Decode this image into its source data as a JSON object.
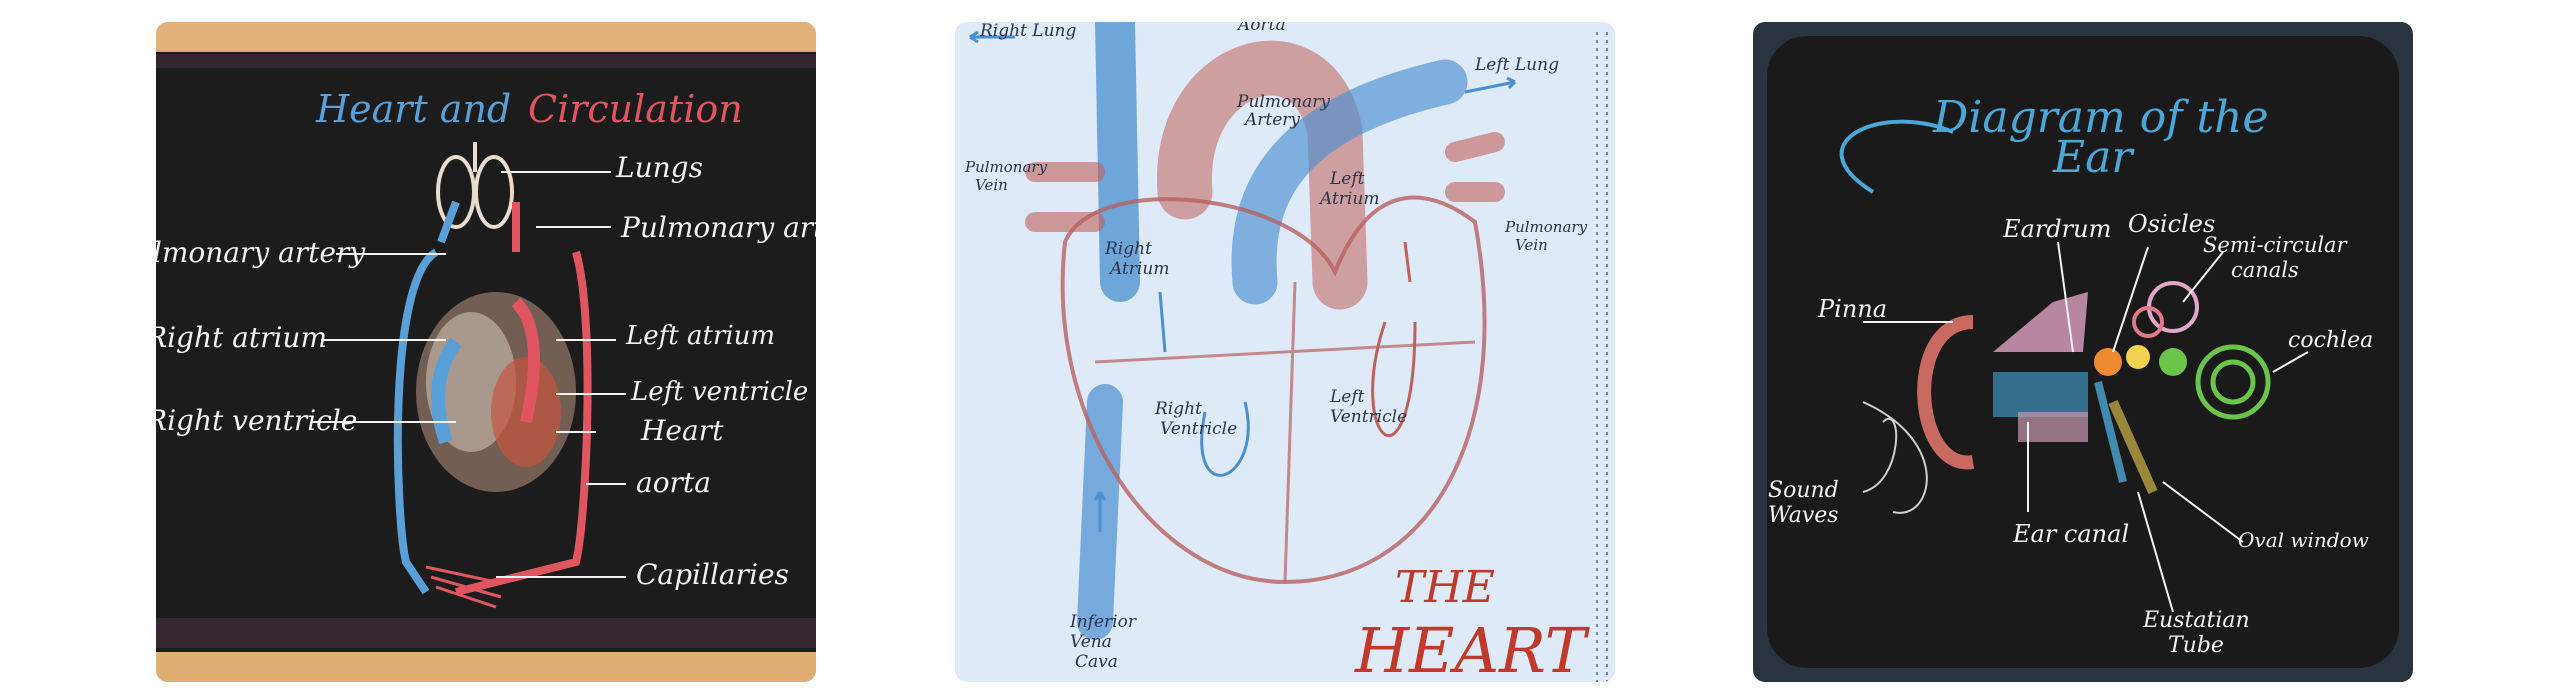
{
  "gallery": {
    "cards": [
      {
        "image_title_1": "Heart and",
        "image_title_2": "Circulation",
        "labels": {
          "lungs": "Lungs",
          "pulmonary_artery_left": "Pulmonary artery",
          "pulmonary_artery_right": "Pulmonary artery",
          "right_atrium": "Right atrium",
          "left_atrium": "Left atrium",
          "right_ventricle": "Right ventricle",
          "left_ventricle": "Left ventricle",
          "heart": "Heart",
          "aorta": "aorta",
          "capillaries": "Capillaries"
        }
      },
      {
        "image_title_1": "THE",
        "image_title_2": "HEART",
        "labels": {
          "right_lung": "Right Lung",
          "aorta": "Aorta",
          "left_lung": "Left Lung",
          "pulmonary_artery_1": "Pulmonary",
          "pulmonary_artery_2": "Artery",
          "pulmonary_vein_left_1": "Pulmonary",
          "pulmonary_vein_left_2": "Vein",
          "pulmonary_vein_right_1": "Pulmonary",
          "pulmonary_vein_right_2": "Vein",
          "right_atrium_1": "Right",
          "right_atrium_2": "Atrium",
          "left_atrium_1": "Left",
          "left_atrium_2": "Atrium",
          "right_ventricle_1": "Right",
          "right_ventricle_2": "Ventricle",
          "left_ventricle_1": "Left",
          "left_ventricle_2": "Ventricle",
          "inferior_1": "Inferior",
          "inferior_2": "Vena",
          "inferior_3": "Cava"
        }
      },
      {
        "image_title_1": "Diagram of the",
        "image_title_2": "Ear",
        "labels": {
          "eardrum": "Eardrum",
          "ossicles": "Osicles",
          "semicircular_1": "Semi-circular",
          "semicircular_2": "canals",
          "pinna": "Pinna",
          "cochlea": "cochlea",
          "sound_1": "Sound",
          "sound_2": "Waves",
          "ear_canal": "Ear canal",
          "oval_window": "Oval window",
          "eustachian_1": "Eustatian",
          "eustachian_2": "Tube"
        }
      }
    ]
  },
  "colors": {
    "chalkboard": "#1c1c1c",
    "wood_frame": "#d9a66b",
    "chalk_blue": "#5aa0d8",
    "chalk_red": "#e0555f",
    "chalk_white": "#f2f2f2",
    "paper": "#dfeaf8",
    "pencil_red": "#c0605a",
    "pencil_blue": "#4a8fd0"
  }
}
